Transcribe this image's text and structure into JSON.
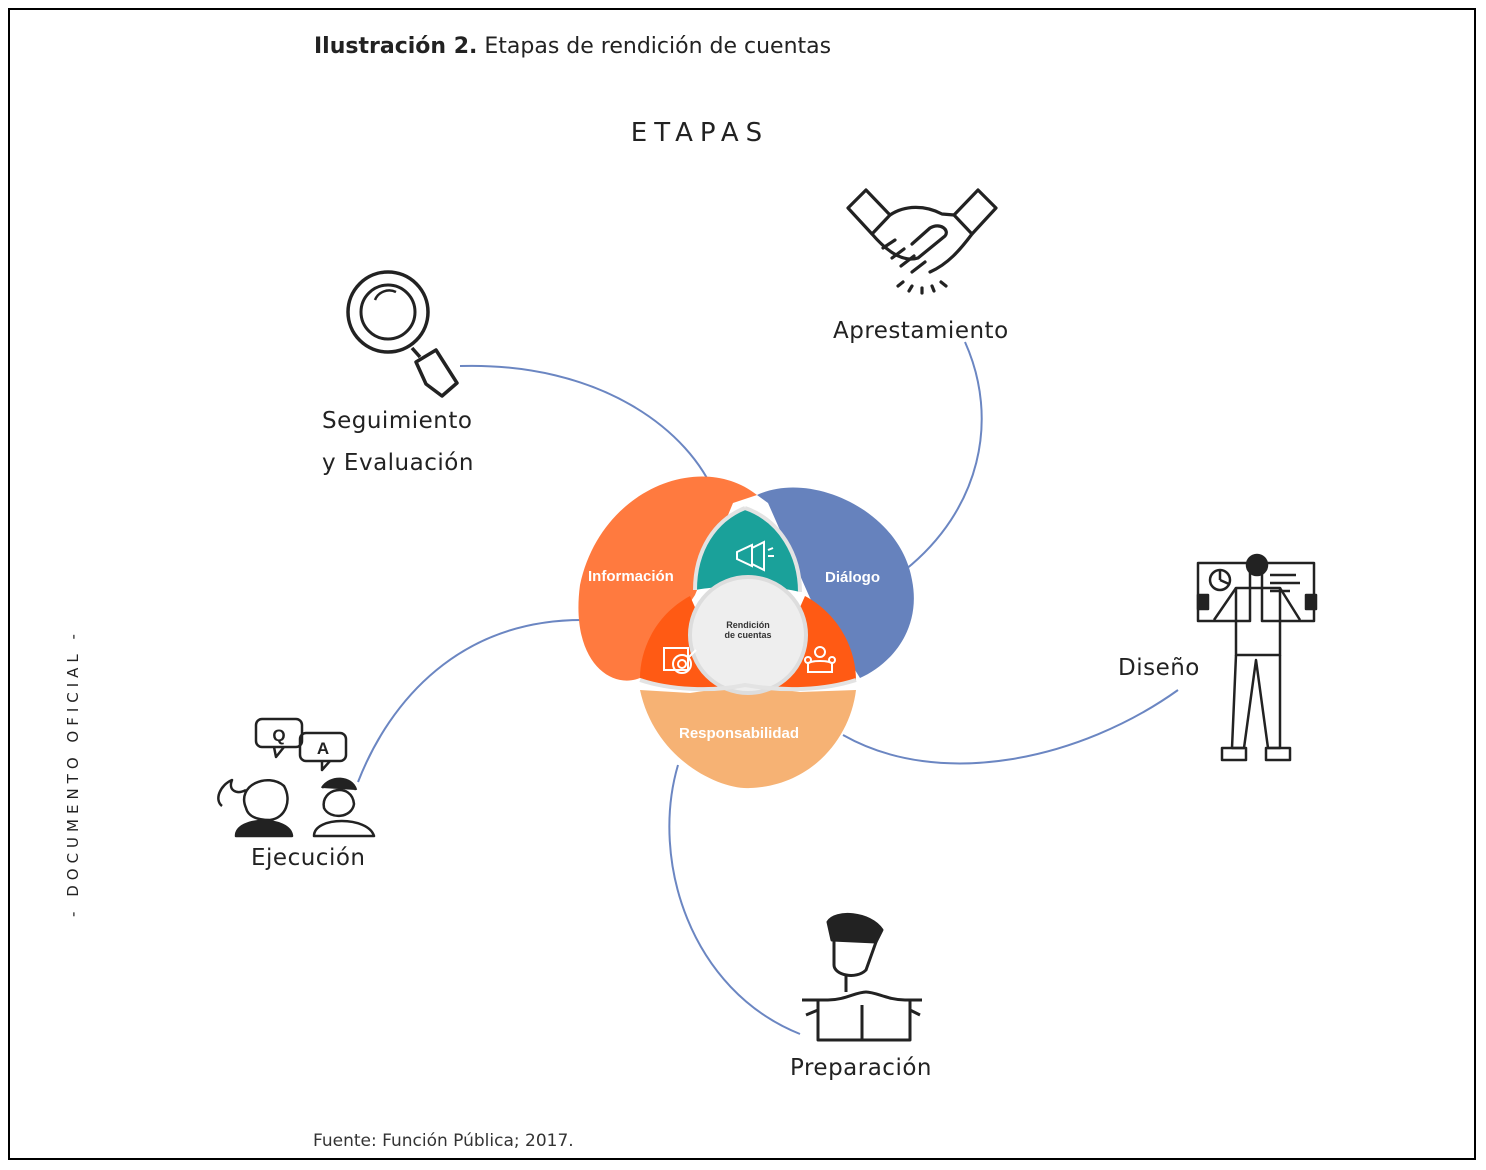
{
  "figure": {
    "caption_bold": "Ilustración 2.",
    "caption_text": " Etapas de rendición de cuentas",
    "heading": "ETAPAS",
    "side_label": "- DOCUMENTO OFICIAL -",
    "source": "Fuente: Función Pública; 2017."
  },
  "center": {
    "label_line1": "Rendición",
    "label_line2": "de cuentas",
    "petals": [
      {
        "label": "Información",
        "color": "#ff7a3f"
      },
      {
        "label": "Diálogo",
        "color": "#6682bd"
      },
      {
        "label": "Responsabilidad",
        "color": "#f6b274"
      }
    ],
    "lens_colors": {
      "top": "#1aa19a",
      "left": "#ff5a14",
      "right": "#ff5a14"
    },
    "connector_color": "#6b86c2"
  },
  "stages": {
    "seguimiento_line1": "Seguimiento",
    "seguimiento_line2": "y Evaluación",
    "apresta": "Aprestamiento",
    "diseno": "Diseño",
    "preparacion": "Preparación",
    "ejecucion": "Ejecución"
  },
  "icons": {
    "seguimiento": "magnifier-icon",
    "apresta": "handshake-icon",
    "diseno": "presenter-icon",
    "preparacion": "reader-icon",
    "ejecucion": "qa-people-icon",
    "qa_question": "Q",
    "qa_answer": "A"
  }
}
